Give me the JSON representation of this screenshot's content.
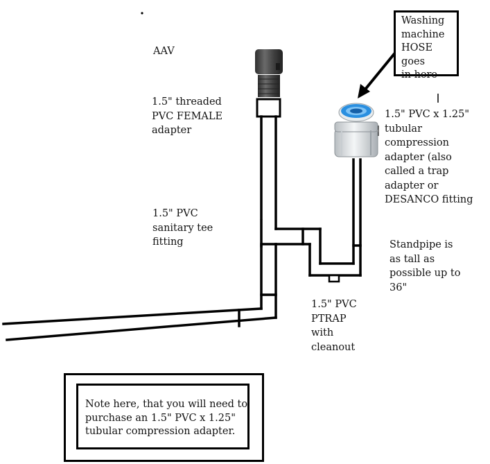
{
  "labels": {
    "aav": "AAV",
    "female_adapter": "1.5\" threaded\nPVC FEMALE\nadapter",
    "sanitary_tee": "1.5\" PVC\nsanitary tee\nfitting",
    "compression_adapter": "1.5\" PVC x 1.25\"\ntubular\ncompression\nadapter (also\ncalled a trap\nadapter or\nDESANCO fitting",
    "standpipe": "Standpipe is\nas tall as\npossible up to\n36\"",
    "ptrap": "1.5\" PVC\nPTRAP\nwith\ncleanout"
  },
  "callout": {
    "text": "Washing\nmachine\nHOSE goes\nin here"
  },
  "note": {
    "text": "Note here, that you will need to\npurchase an 1.5\" PVC x 1.25\"\ntubular compression adapter."
  },
  "colors": {
    "line": "#000000",
    "valve_body": "#4a4a4a",
    "adapter_ring": "#1f8fd8",
    "adapter_body": "#d9dde0"
  },
  "icons": {
    "valve": "air-admittance-valve-icon",
    "adapter": "compression-adapter-icon",
    "arrow": "callout-arrow-icon"
  }
}
